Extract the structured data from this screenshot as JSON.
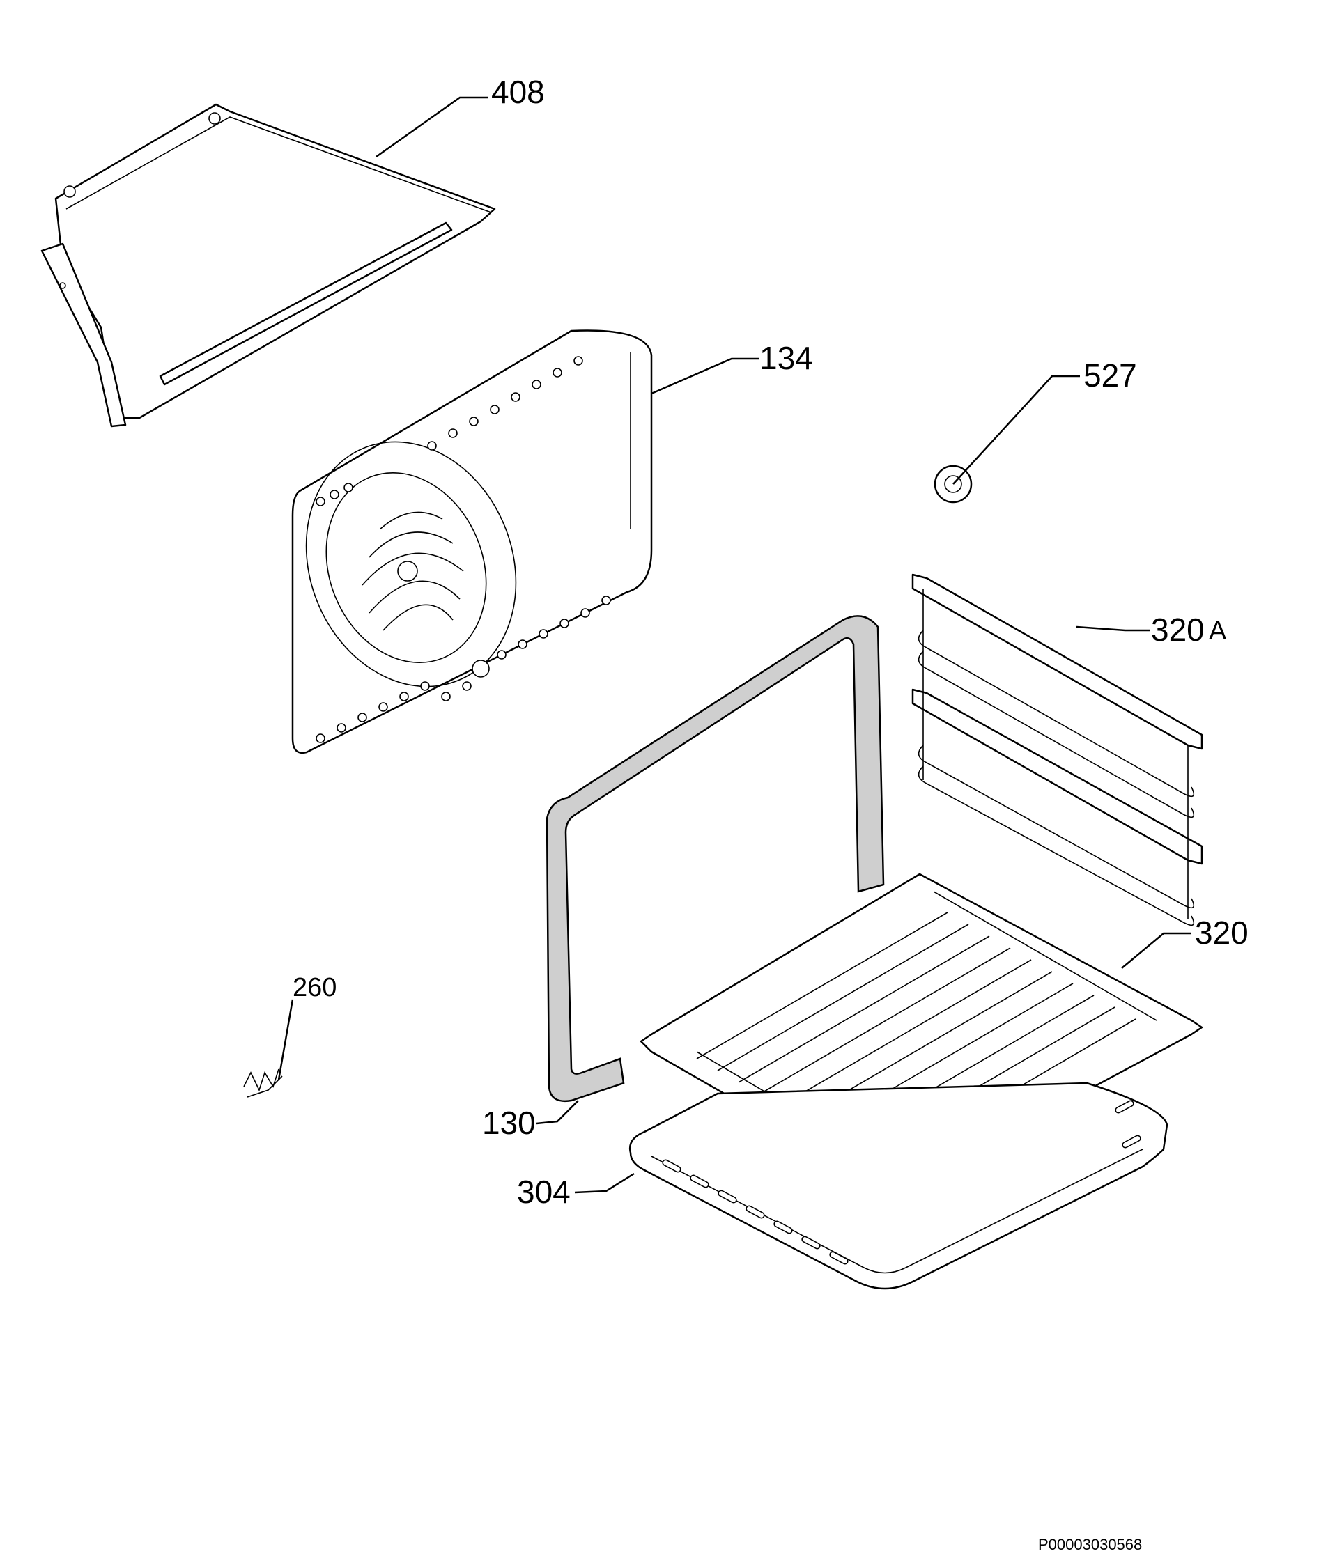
{
  "diagram": {
    "parts": [
      {
        "id": "408",
        "label": "408",
        "name": "top-panel"
      },
      {
        "id": "134",
        "label": "134",
        "name": "back-panel"
      },
      {
        "id": "527",
        "label": "527",
        "name": "lamp-holder"
      },
      {
        "id": "320A",
        "label": "320",
        "suffix": "A",
        "name": "shelf-support"
      },
      {
        "id": "320",
        "label": "320",
        "name": "wire-shelf"
      },
      {
        "id": "260",
        "label": "260",
        "name": "spring-clip"
      },
      {
        "id": "130",
        "label": "130",
        "name": "door-gasket"
      },
      {
        "id": "304",
        "label": "304",
        "name": "baking-tray"
      }
    ],
    "document_code": "P00003030568"
  }
}
